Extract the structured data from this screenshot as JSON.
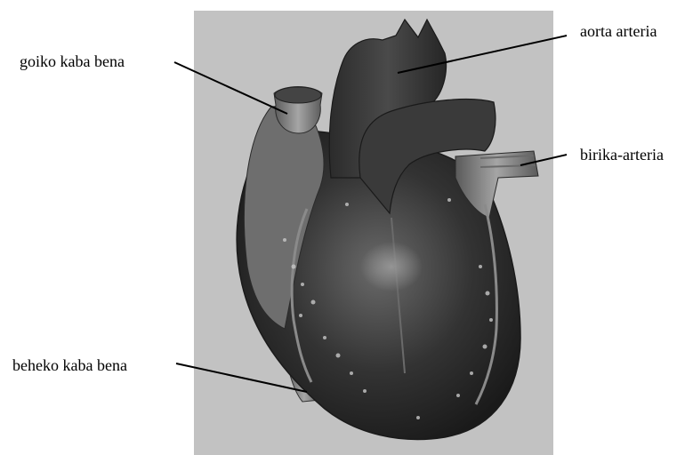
{
  "labels": {
    "superior_vena_cava": "goiko kaba bena",
    "aorta": "aorta arteria",
    "pulmonary_artery": "birika-arteria",
    "inferior_vena_cava": "beheko kaba bena"
  },
  "colors": {
    "panel_background": "#c2c2c2",
    "heart_dark": "#2a2a2a",
    "heart_mid": "#555555",
    "vessel_light": "#8f8f8f",
    "highlight": "#d0d0d0",
    "leader_line": "#000000"
  }
}
